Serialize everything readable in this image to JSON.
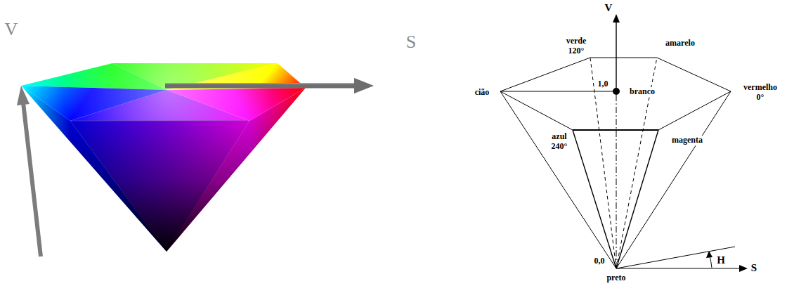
{
  "diagram": {
    "labels": [
      "V",
      "S",
      "V",
      "verde 120°",
      "amarelo",
      "cião",
      "1,0",
      "branco",
      "vermelho 0°",
      "azul 240°",
      "magenta",
      "0,0",
      "preto",
      "H",
      "S"
    ]
  }
}
